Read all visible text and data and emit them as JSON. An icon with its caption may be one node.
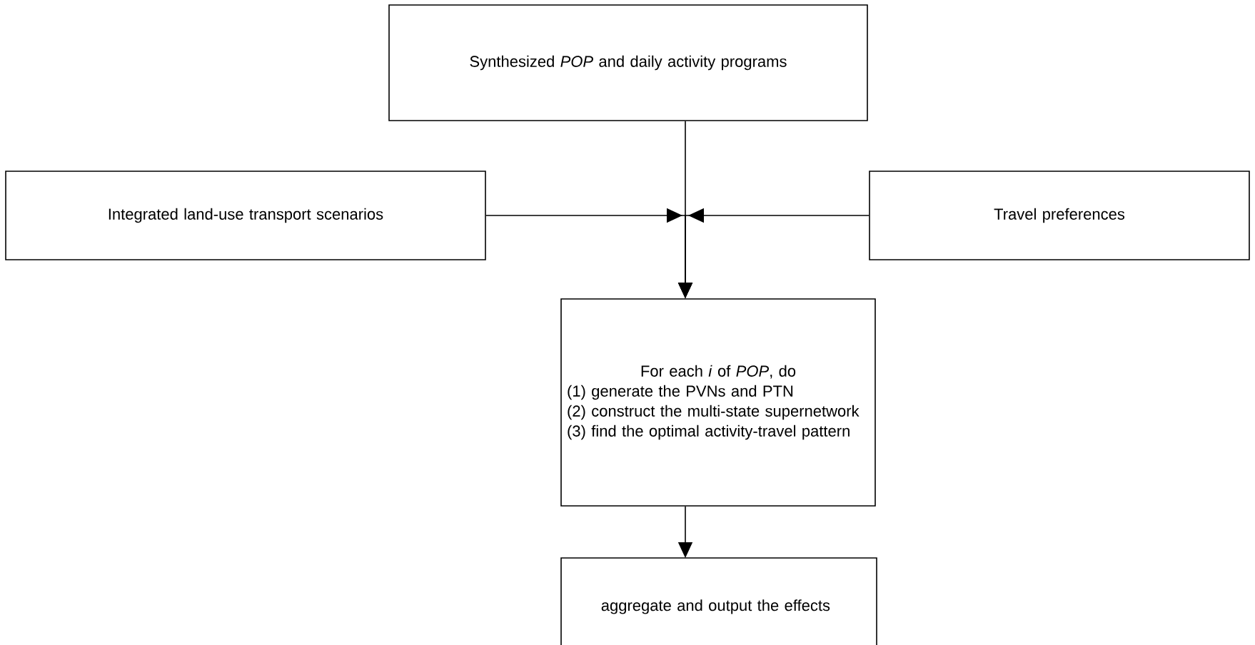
{
  "diagram": {
    "nodes": [
      {
        "text": [
          "Synthesized *POP* and daily activity programs"
        ]
      },
      {
        "text": [
          "Integrated land-use transport scenarios"
        ]
      },
      {
        "text": [
          "Travel preferences"
        ]
      },
      {
        "text": [
          "For each *i* of *POP*, do",
          "(1) generate the PVNs and PTN",
          "(2) construct the multi-state supernetwork",
          "(3) find the optimal activity-travel pattern"
        ]
      },
      {
        "text": [
          "aggregate and output the effects"
        ]
      }
    ],
    "edges": [
      {
        "from": 0,
        "to": 3,
        "arrow": "to"
      },
      {
        "from": 1,
        "to": 3,
        "arrow": "to"
      },
      {
        "from": 2,
        "to": 3,
        "arrow": "to"
      },
      {
        "from": 3,
        "to": 4,
        "arrow": "to"
      }
    ]
  }
}
